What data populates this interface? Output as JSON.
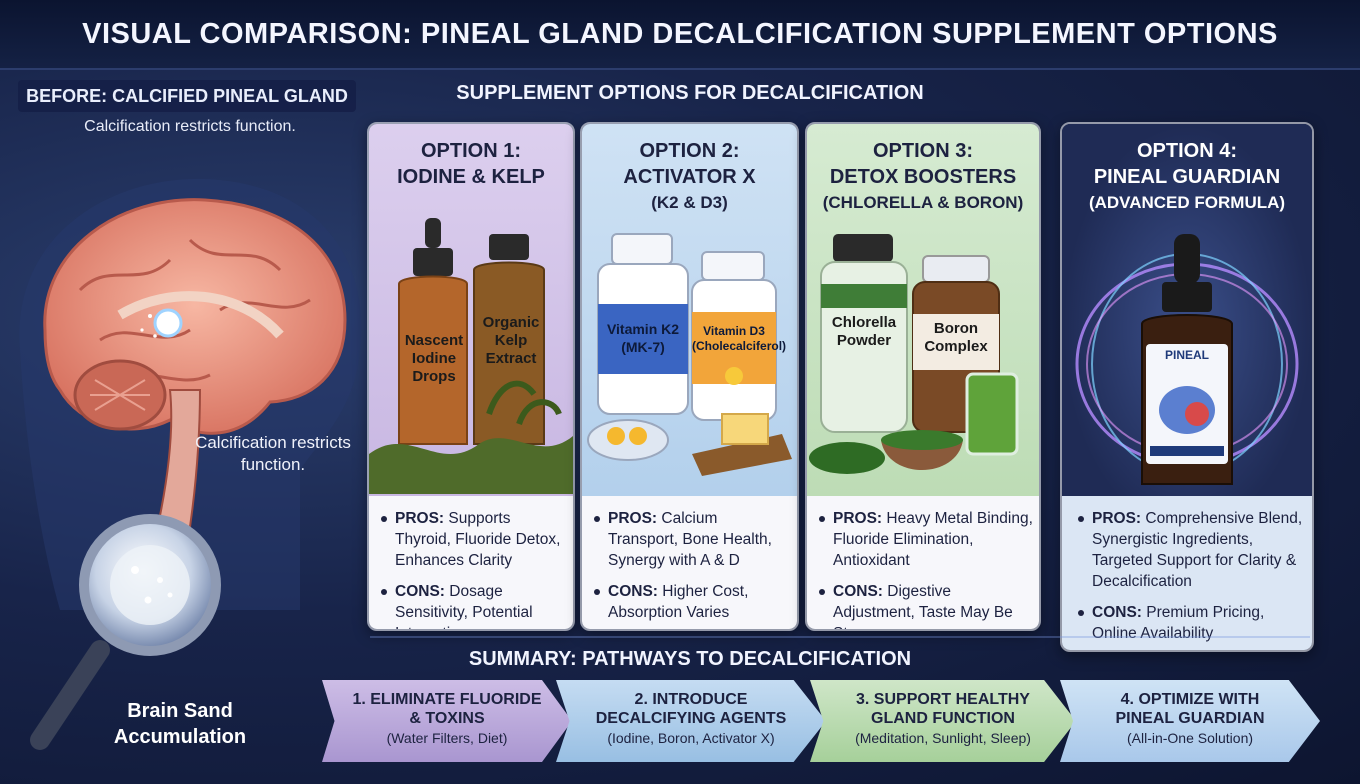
{
  "title": "VISUAL COMPARISON: PINEAL GLAND DECALCIFICATION SUPPLEMENT OPTIONS",
  "left_panel": {
    "heading": "BEFORE: CALCIFIED PINEAL GLAND",
    "subheading": "Calcification restricts function.",
    "note": "Calcification restricts function.",
    "magnifier_label": "Brain Sand Accumulation"
  },
  "section_heading": "SUPPLEMENT OPTIONS FOR DECALCIFICATION",
  "options": [
    {
      "title_line1": "OPTION 1:",
      "title_line2": "IODINE & KELP",
      "title_line3": "",
      "product_labels": [
        "Nascent Iodine Drops",
        "Organic Kelp Extract"
      ],
      "pros_label": "PROS:",
      "pros": "Supports Thyroid, Fluoride Detox, Enhances Clarity",
      "cons_label": "CONS:",
      "cons": "Dosage Sensitivity, Potential Interactions",
      "color": "#d8cdea"
    },
    {
      "title_line1": "OPTION 2:",
      "title_line2": "ACTIVATOR X",
      "title_line3": "(K2 & D3)",
      "product_labels": [
        "Vitamin K2 (MK-7)",
        "Vitamin D3 (Cholecalciferol)"
      ],
      "pros_label": "PROS:",
      "pros": "Calcium Transport, Bone Health, Synergy with A & D",
      "cons_label": "CONS:",
      "cons": "Higher Cost, Absorption Varies",
      "color": "#c7ddf0"
    },
    {
      "title_line1": "OPTION 3:",
      "title_line2": "DETOX BOOSTERS",
      "title_line3": "(CHLORELLA & BORON)",
      "product_labels": [
        "Chlorella Powder",
        "Boron Complex"
      ],
      "pros_label": "PROS:",
      "pros": "Heavy Metal Binding, Fluoride Elimination, Antioxidant",
      "cons_label": "CONS:",
      "cons": "Digestive Adjustment, Taste May Be Strong",
      "color": "#d3e8cf"
    },
    {
      "title_line1": "OPTION 4:",
      "title_line2": "PINEAL GUARDIAN",
      "title_line3": "(ADVANCED FORMULA)",
      "product_labels": [
        "PINEAL"
      ],
      "pros_label": "PROS:",
      "pros": "Comprehensive Blend, Synergistic Ingredients, Targeted Support for Clarity & Decalcification",
      "cons_label": "CONS:",
      "cons": "Premium Pricing, Online Availability",
      "color": "#2a3a6e"
    }
  ],
  "summary": {
    "heading": "SUMMARY: PATHWAYS TO DECALCIFICATION",
    "steps": [
      {
        "step": "1. ELIMINATE FLUORIDE & TOXINS",
        "detail": "(Water Filters, Diet)"
      },
      {
        "step": "2. INTRODUCE DECALCIFYING AGENTS",
        "detail": "(Iodine, Boron, Activator X)"
      },
      {
        "step": "3. SUPPORT HEALTHY GLAND FUNCTION",
        "detail": "(Meditation, Sunlight, Sleep)"
      },
      {
        "step": "4. OPTIMIZE WITH PINEAL GUARDIAN",
        "detail": "(All-in-One Solution)"
      }
    ]
  }
}
